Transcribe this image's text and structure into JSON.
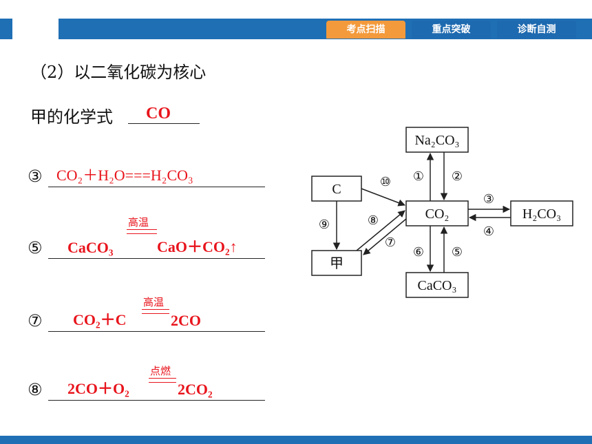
{
  "header": {
    "tabs": [
      {
        "label": "考点扫描",
        "active": true
      },
      {
        "label": "重点突破",
        "active": false
      },
      {
        "label": "诊断自测",
        "active": false
      }
    ]
  },
  "section_title": "（2）以二氧化碳为核心",
  "formula_question": {
    "label": "甲的化学式",
    "answer": "CO"
  },
  "equations": [
    {
      "num": "③",
      "text": "CO₂＋H₂O===H₂CO₃"
    },
    {
      "num": "⑤",
      "left": "CaCO₃",
      "condition": "高温",
      "right": "CaO＋CO₂↑"
    },
    {
      "num": "⑦",
      "left": "CO₂＋C",
      "condition": "高温",
      "right": "2CO"
    },
    {
      "num": "⑧",
      "left": "2CO＋O₂",
      "condition": "点燃",
      "right": "2CO₂"
    }
  ],
  "diagram": {
    "nodes": {
      "na2co3": "Na₂CO₃",
      "c": "C",
      "co2": "CO₂",
      "h2co3": "H₂CO₃",
      "jia": "甲",
      "caco3": "CaCO₃"
    },
    "arrow_labels": [
      "①",
      "②",
      "③",
      "④",
      "⑤",
      "⑥",
      "⑦",
      "⑧",
      "⑨",
      "⑩"
    ]
  },
  "colors": {
    "bar": "#1f6fb5",
    "active_tab": "#f39a3c",
    "answer_red": "#e8141c"
  }
}
